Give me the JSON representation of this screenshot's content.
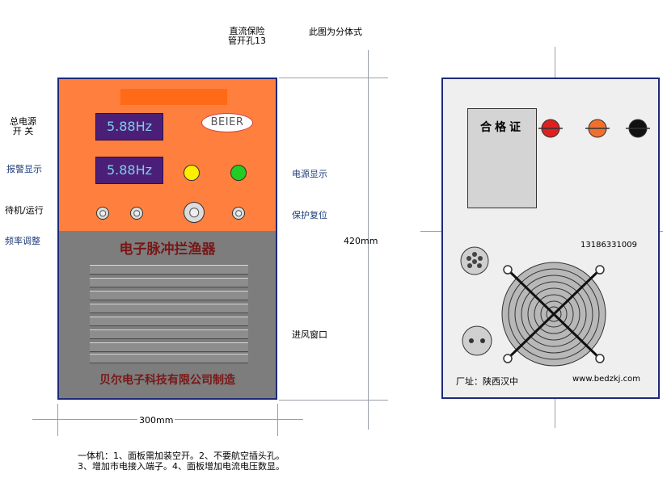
{
  "notes": {
    "fuse_line1": "直流保险",
    "fuse_line2": "管开孔13",
    "split_note": "此图为分体式",
    "footer_line1": "一体机：1、面板需加装空开。2、不要航空插头孔。",
    "footer_line2": "3、增加市电接入端子。4、面板增加电流电压数显。"
  },
  "labels": {
    "power_switch_line1": "总电源",
    "power_switch_line2": "开  关",
    "alarm_display": "报警显示",
    "standby_run": "待机/运行",
    "freq_adjust": "频率调整",
    "power_display": "电源显示",
    "protect_reset": "保护复位",
    "air_inlet": "进风窗口",
    "height": "420mm",
    "width": "300mm"
  },
  "front": {
    "display1": "5.88Hz",
    "display2": "5.88Hz",
    "logo": "BEIER",
    "title": "电子脉冲拦渔器",
    "maker": "贝尔电子科技有限公司制造",
    "lamp_left_color": "#ffee00",
    "lamp_right_color": "#22cc22",
    "panel_color": "#ff7f3f"
  },
  "back": {
    "certificate": "合格证",
    "phone": "13186331009",
    "factory": "厂址：陕西汉中",
    "website": "www.bedzkj.com",
    "terminal_colors": [
      "#e02020",
      "#f07030",
      "#111111"
    ]
  }
}
